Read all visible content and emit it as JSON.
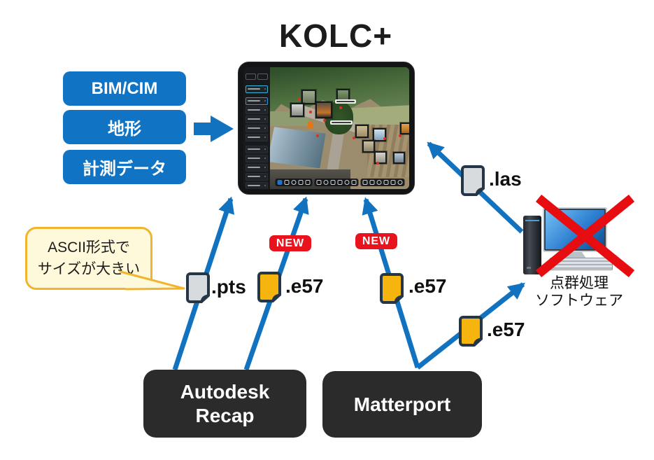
{
  "title": "KOLC+",
  "inputs": {
    "items": [
      "BIM/CIM",
      "地形",
      "計測データ"
    ]
  },
  "bubble": {
    "text": "ASCII形式で\nサイズが大きい"
  },
  "files": {
    "pts": {
      "label": ".pts"
    },
    "e57_recap": {
      "label": ".e57",
      "badge": "NEW"
    },
    "e57_matterport": {
      "label": ".e57",
      "badge": "NEW"
    },
    "e57_software": {
      "label": ".e57"
    },
    "las": {
      "label": ".las"
    }
  },
  "pc": {
    "label": "点群処理\nソフトウェア"
  },
  "sources": {
    "recap": "Autodesk\nRecap",
    "matterport": "Matterport"
  },
  "icons": {
    "tablet": "kolc-viewer-tablet",
    "file": "document-file-icon",
    "computer": "desktop-pc-icon",
    "cross": "red-x-icon",
    "arrow": "blue-flow-arrow"
  },
  "colors": {
    "accent_blue": "#1173c4",
    "badge_red": "#e8131c",
    "file_yellow": "#f6b40f",
    "file_gray": "#d8dbde",
    "node_dark": "#2b2b2b",
    "bubble_fill": "#fdf9da",
    "bubble_border": "#f0b42e",
    "cross_red": "#e60c10"
  }
}
